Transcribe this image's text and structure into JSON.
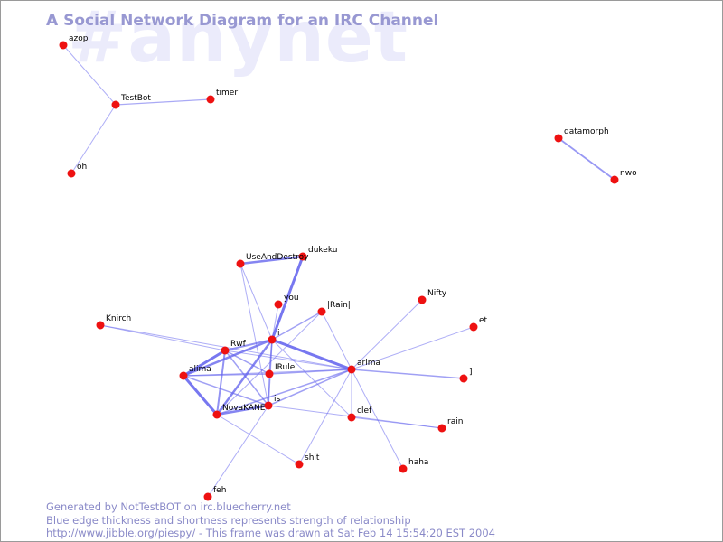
{
  "watermark": "#anynet",
  "title": "A Social Network Diagram for an IRC Channel",
  "footer": {
    "line1": "Generated by NotTestBOT on irc.bluecherry.net",
    "line2": "Blue edge thickness and shortness represents strength of relationship",
    "line3": "http://www.jibble.org/piespy/ - This frame was drawn at Sat Feb 14 15:54:20 EST 2004"
  },
  "colors": {
    "node": "#ee1111",
    "edge": "#6666ee",
    "title": "#9898d2",
    "watermark": "#ebebfb"
  },
  "nodes": [
    {
      "id": "azop",
      "label": "azop"
    },
    {
      "id": "TestBot",
      "label": "TestBot"
    },
    {
      "id": "timer",
      "label": "timer"
    },
    {
      "id": "oh",
      "label": "oh"
    },
    {
      "id": "datamorph",
      "label": "datamorph"
    },
    {
      "id": "nwo",
      "label": "nwo"
    },
    {
      "id": "dukeku",
      "label": "dukeku"
    },
    {
      "id": "UseAndDestroy",
      "label": "UseAndDestroy"
    },
    {
      "id": "you",
      "label": "you"
    },
    {
      "id": "Rain",
      "label": "|Rain|"
    },
    {
      "id": "Nifty",
      "label": "Nifty"
    },
    {
      "id": "Knirch",
      "label": "Knirch"
    },
    {
      "id": "et",
      "label": "et"
    },
    {
      "id": "i",
      "label": "i"
    },
    {
      "id": "Rwf",
      "label": "Rwf"
    },
    {
      "id": "arima",
      "label": "arima"
    },
    {
      "id": "alima",
      "label": "alima"
    },
    {
      "id": "IRule",
      "label": "IRule"
    },
    {
      "id": "J",
      "label": "]"
    },
    {
      "id": "is",
      "label": "is"
    },
    {
      "id": "NovaKANE",
      "label": "NovaKANE"
    },
    {
      "id": "clef",
      "label": "clef"
    },
    {
      "id": "rain",
      "label": "rain"
    },
    {
      "id": "shit",
      "label": "shit"
    },
    {
      "id": "haha",
      "label": "haha"
    },
    {
      "id": "feh",
      "label": "feh"
    }
  ],
  "edges": [
    {
      "a": "azop",
      "b": "TestBot",
      "w": 1
    },
    {
      "a": "TestBot",
      "b": "timer",
      "w": 1.2
    },
    {
      "a": "TestBot",
      "b": "oh",
      "w": 1
    },
    {
      "a": "datamorph",
      "b": "nwo",
      "w": 1.8
    },
    {
      "a": "UseAndDestroy",
      "b": "dukeku",
      "w": 2.5
    },
    {
      "a": "dukeku",
      "b": "i",
      "w": 3
    },
    {
      "a": "UseAndDestroy",
      "b": "i",
      "w": 1
    },
    {
      "a": "UseAndDestroy",
      "b": "is",
      "w": 1
    },
    {
      "a": "you",
      "b": "i",
      "w": 1
    },
    {
      "a": "Rain",
      "b": "i",
      "w": 1.5
    },
    {
      "a": "Rain",
      "b": "arima",
      "w": 1
    },
    {
      "a": "Rain",
      "b": "NovaKANE",
      "w": 1
    },
    {
      "a": "Nifty",
      "b": "arima",
      "w": 1
    },
    {
      "a": "et",
      "b": "arima",
      "w": 1
    },
    {
      "a": "Knirch",
      "b": "Rwf",
      "w": 1
    },
    {
      "a": "Knirch",
      "b": "arima",
      "w": 1
    },
    {
      "a": "i",
      "b": "Rwf",
      "w": 2
    },
    {
      "a": "i",
      "b": "arima",
      "w": 3
    },
    {
      "a": "i",
      "b": "alima",
      "w": 2.5
    },
    {
      "a": "i",
      "b": "IRule",
      "w": 1.5
    },
    {
      "a": "i",
      "b": "NovaKANE",
      "w": 2.5
    },
    {
      "a": "i",
      "b": "is",
      "w": 1.5
    },
    {
      "a": "i",
      "b": "clef",
      "w": 1
    },
    {
      "a": "Rwf",
      "b": "alima",
      "w": 3
    },
    {
      "a": "Rwf",
      "b": "IRule",
      "w": 1.5
    },
    {
      "a": "Rwf",
      "b": "NovaKANE",
      "w": 2
    },
    {
      "a": "Rwf",
      "b": "is",
      "w": 1.5
    },
    {
      "a": "Rwf",
      "b": "arima",
      "w": 1
    },
    {
      "a": "alima",
      "b": "NovaKANE",
      "w": 3
    },
    {
      "a": "alima",
      "b": "is",
      "w": 1.5
    },
    {
      "a": "alima",
      "b": "IRule",
      "w": 1.5
    },
    {
      "a": "alima",
      "b": "arima",
      "w": 1
    },
    {
      "a": "NovaKANE",
      "b": "is",
      "w": 2.5
    },
    {
      "a": "NovaKANE",
      "b": "shit",
      "w": 1
    },
    {
      "a": "NovaKANE",
      "b": "arima",
      "w": 1.5
    },
    {
      "a": "is",
      "b": "arima",
      "w": 1.5
    },
    {
      "a": "is",
      "b": "feh",
      "w": 1
    },
    {
      "a": "is",
      "b": "IRule",
      "w": 1
    },
    {
      "a": "IRule",
      "b": "arima",
      "w": 1.5
    },
    {
      "a": "arima",
      "b": "J",
      "w": 1.5
    },
    {
      "a": "arima",
      "b": "clef",
      "w": 1
    },
    {
      "a": "arima",
      "b": "haha",
      "w": 1
    },
    {
      "a": "arima",
      "b": "shit",
      "w": 1
    },
    {
      "a": "clef",
      "b": "rain",
      "w": 1
    },
    {
      "a": "is",
      "b": "rain",
      "w": 1
    }
  ]
}
